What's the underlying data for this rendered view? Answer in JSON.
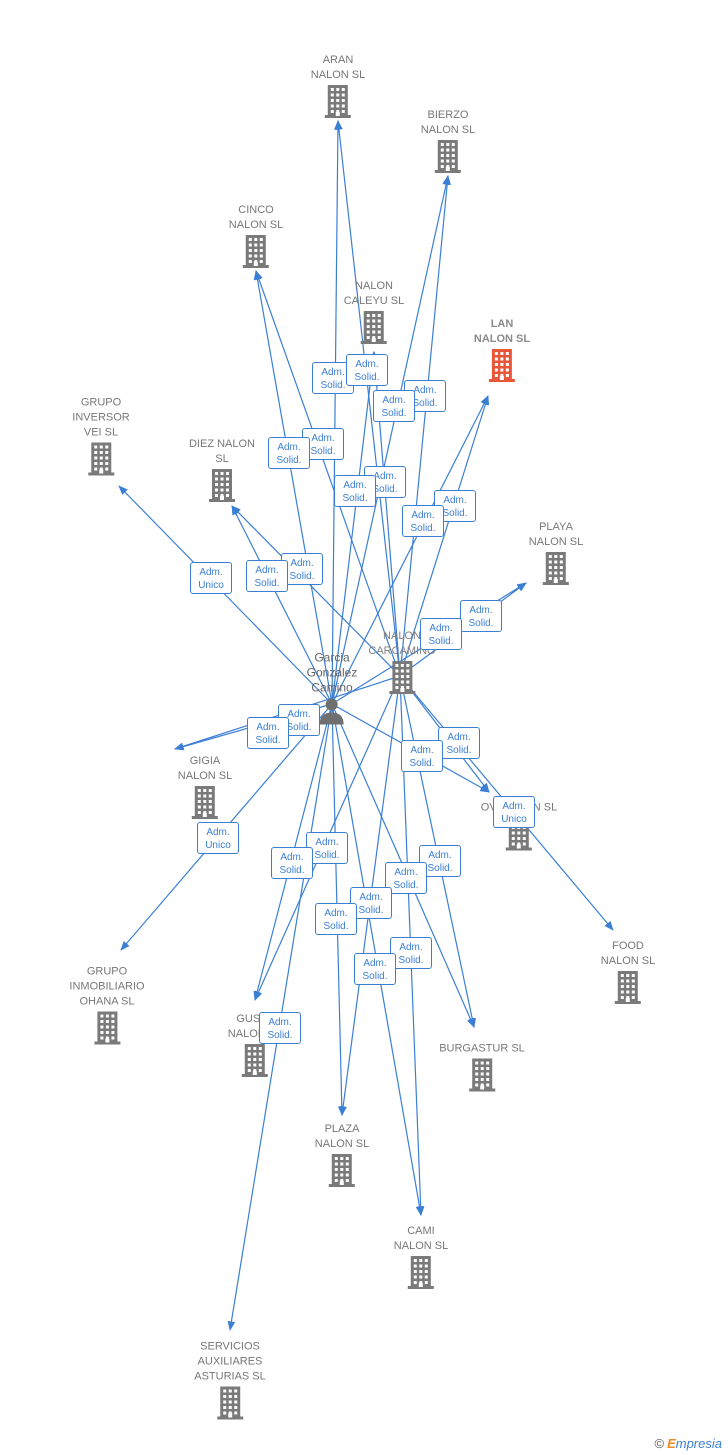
{
  "colors": {
    "edge": "#3b7fd4",
    "building": "#7a7a7a",
    "highlight": "#e8573a",
    "person": "#6f6f6f"
  },
  "icons": {
    "company": "building-icon",
    "person": "person-icon"
  },
  "nodes": [
    {
      "id": "aran",
      "type": "company",
      "label": "ARAN\nNALON SL"
    },
    {
      "id": "bierzo",
      "type": "company",
      "label": "BIERZO\nNALON SL"
    },
    {
      "id": "cinco",
      "type": "company",
      "label": "CINCO\nNALON SL"
    },
    {
      "id": "caleyu",
      "type": "company",
      "label": "NALON\nCALEYU SL"
    },
    {
      "id": "lan",
      "type": "company",
      "label": "LAN\nNALON SL",
      "highlight": true
    },
    {
      "id": "grupo_inversor",
      "type": "company",
      "label": "GRUPO\nINVERSOR\nVEI SL"
    },
    {
      "id": "diez",
      "type": "company",
      "label": "DIEZ NALON\nSL"
    },
    {
      "id": "playa",
      "type": "company",
      "label": "PLAYA\nNALON SL"
    },
    {
      "id": "carcamino",
      "type": "company",
      "label": "NALON\nCARCAMINO",
      "main": true
    },
    {
      "id": "garcia",
      "type": "person",
      "label": "Garcia\nGonzalez\nCamino"
    },
    {
      "id": "gigia",
      "type": "company",
      "label": "GIGIA\nNALON SL"
    },
    {
      "id": "ovi",
      "type": "company",
      "label": "OVI NALON SL"
    },
    {
      "id": "food",
      "type": "company",
      "label": "FOOD\nNALON SL"
    },
    {
      "id": "grupo_ohana",
      "type": "company",
      "label": "GRUPO\nINMOBILIARIO\nOHANA SL"
    },
    {
      "id": "gusla",
      "type": "company",
      "label": "GUSLA\nNALON SL"
    },
    {
      "id": "burgastur",
      "type": "company",
      "label": "BURGASTUR SL"
    },
    {
      "id": "plaza",
      "type": "company",
      "label": "PLAZA\nNALON SL"
    },
    {
      "id": "cami",
      "type": "company",
      "label": "CAMI\nNALON SL"
    },
    {
      "id": "servicios",
      "type": "company",
      "label": "SERVICIOS\nAUXILIARES\nASTURIAS SL"
    }
  ],
  "badges": [
    "Adm.\nSolid.",
    "Adm.\nSolid.",
    "Adm.\nSolid.",
    "Adm.\nSolid.",
    "Adm.\nSolid.",
    "Adm.\nSolid.",
    "Adm.\nSolid.",
    "Adm.\nSolid.",
    "Adm.\nSolid.",
    "Adm.\nSolid.",
    "Adm.\nSolid.",
    "Adm.\nUnico",
    "Adm.\nSolid.",
    "Adm.\nSolid.",
    "Adm.\nSolid.",
    "Adm.\nSolid.",
    "Adm.\nSolid.",
    "Adm.\nSolid.",
    "Adm.\nSolid.",
    "Adm.\nUnico",
    "Adm.\nUnico",
    "Adm.\nSolid.",
    "Adm.\nSolid.",
    "Adm.\nSolid.",
    "Adm.\nSolid.",
    "Adm.\nSolid.",
    "Adm.\nSolid.",
    "Adm.\nSolid.",
    "Adm.\nSolid.",
    "Adm.\nSolid.",
    "Adm.\nSolid.",
    "Adm.\nUnico"
  ],
  "edges": [
    {
      "from": "garcia",
      "to": "aran"
    },
    {
      "from": "carcamino",
      "to": "aran"
    },
    {
      "from": "garcia",
      "to": "bierzo"
    },
    {
      "from": "carcamino",
      "to": "bierzo"
    },
    {
      "from": "garcia",
      "to": "cinco"
    },
    {
      "from": "carcamino",
      "to": "cinco"
    },
    {
      "from": "garcia",
      "to": "caleyu"
    },
    {
      "from": "carcamino",
      "to": "caleyu"
    },
    {
      "from": "garcia",
      "to": "lan"
    },
    {
      "from": "carcamino",
      "to": "lan"
    },
    {
      "from": "garcia",
      "to": "grupo_inversor"
    },
    {
      "from": "garcia",
      "to": "diez"
    },
    {
      "from": "carcamino",
      "to": "diez"
    },
    {
      "from": "garcia",
      "to": "playa"
    },
    {
      "from": "carcamino",
      "to": "playa"
    },
    {
      "from": "garcia",
      "to": "gigia"
    },
    {
      "from": "carcamino",
      "to": "gigia"
    },
    {
      "from": "garcia",
      "to": "ovi"
    },
    {
      "from": "carcamino",
      "to": "ovi"
    },
    {
      "from": "carcamino",
      "to": "food"
    },
    {
      "from": "garcia",
      "to": "grupo_ohana"
    },
    {
      "from": "garcia",
      "to": "gusla"
    },
    {
      "from": "carcamino",
      "to": "gusla"
    },
    {
      "from": "garcia",
      "to": "burgastur"
    },
    {
      "from": "carcamino",
      "to": "burgastur"
    },
    {
      "from": "garcia",
      "to": "plaza"
    },
    {
      "from": "carcamino",
      "to": "plaza"
    },
    {
      "from": "garcia",
      "to": "cami"
    },
    {
      "from": "carcamino",
      "to": "cami"
    },
    {
      "from": "garcia",
      "to": "servicios"
    }
  ],
  "footer": {
    "copyright": "©",
    "brand_initial": "E",
    "brand_rest": "mpresia"
  }
}
